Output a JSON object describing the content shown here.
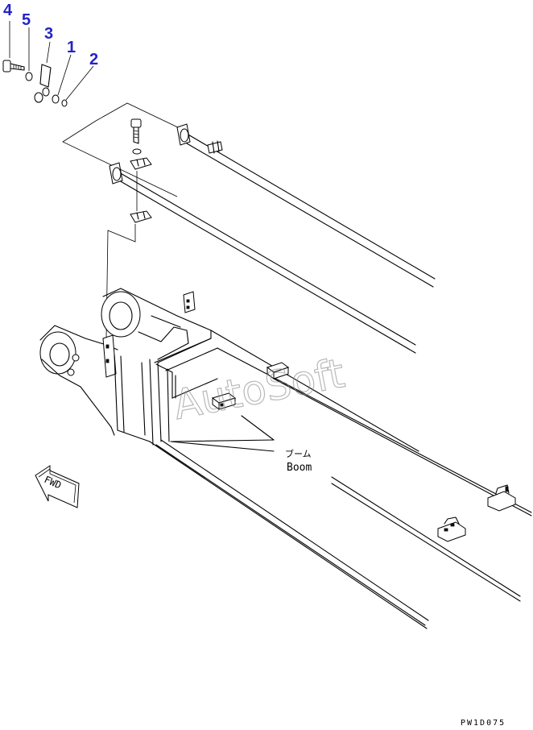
{
  "callouts": [
    {
      "id": "4",
      "label": "4"
    },
    {
      "id": "5",
      "label": "5"
    },
    {
      "id": "3",
      "label": "3"
    },
    {
      "id": "1",
      "label": "1"
    },
    {
      "id": "2",
      "label": "2"
    }
  ],
  "labels": {
    "boom_jp": "ブーム",
    "boom_en": "Boom",
    "fwd": "FWD",
    "drawing_code": "PW1D075"
  },
  "watermark": "AutoSoft",
  "colors": {
    "callout": "#2323c8",
    "line": "#000000",
    "watermark": "#8a8a8a"
  }
}
